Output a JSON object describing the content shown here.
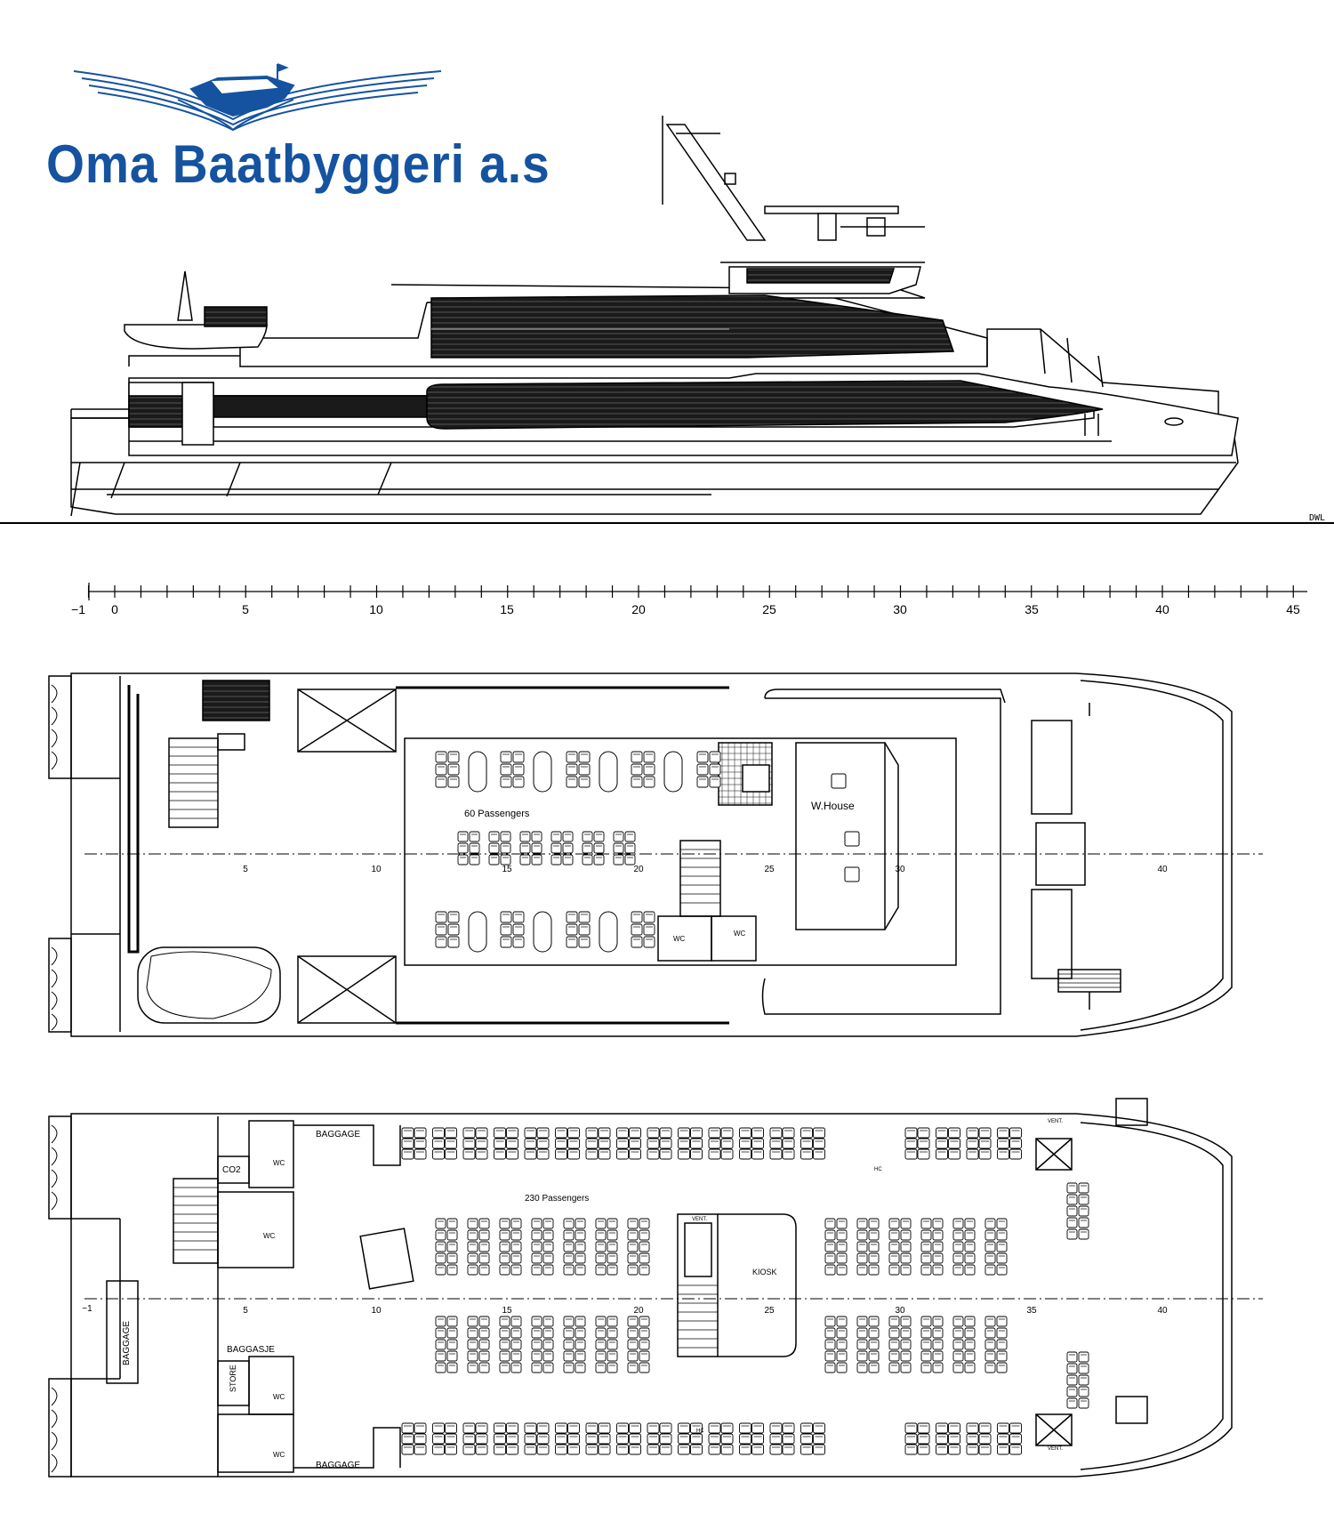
{
  "brand": {
    "name": "Oma Baatbyggeri a.s",
    "color": "#1553a0"
  },
  "profile": {
    "waterline_label": "DWL"
  },
  "scale": {
    "ticks": [
      "−1",
      "0",
      "5",
      "10",
      "15",
      "20",
      "25",
      "30",
      "35",
      "40",
      "45"
    ]
  },
  "upper_deck": {
    "passengers": "60 Passengers",
    "wheelhouse": "W.House",
    "wc_labels": [
      "WC",
      "WC"
    ],
    "frame_labels": [
      "5",
      "10",
      "15",
      "20",
      "25",
      "30",
      "40"
    ]
  },
  "main_deck": {
    "passengers": "230 Passengers",
    "baggage_top": "BAGGAGE",
    "baggage_bottom": "BAGGAGE",
    "baggasje": "BAGGASJE",
    "baggage_stern": "BAGGAGE",
    "co2": "CO2",
    "store": "STORE",
    "kiosk": "KIOSK",
    "wc_labels": [
      "WC",
      "WC",
      "WC",
      "WC"
    ],
    "vent_labels": [
      "VENT.",
      "VENT.",
      "VENT."
    ],
    "hc_labels": [
      "HC",
      "HC"
    ],
    "frame_labels": [
      "−1",
      "5",
      "10",
      "15",
      "20",
      "25",
      "30",
      "35",
      "40"
    ]
  }
}
